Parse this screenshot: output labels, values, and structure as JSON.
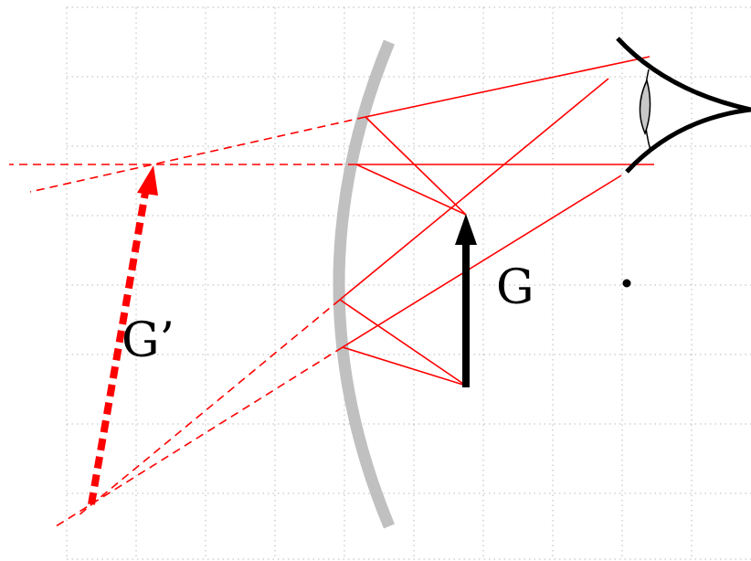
{
  "labels": {
    "object": "G",
    "image": "G’"
  },
  "colors": {
    "background": "#ffffff",
    "grid": "#b8b8b8",
    "mirror": "#c0c0c0",
    "ray": "#ff0000",
    "object_arrow": "#000000",
    "image_arrow": "#ff0000",
    "eye": "#000000",
    "eye_lens_fill": "#c8c8c8"
  },
  "elements": {
    "mirror": "concave-mirror",
    "object_arrow": "object-arrow",
    "image_arrow": "virtual-image-arrow",
    "eye": "eye-icon",
    "focal_point": "focal-point"
  }
}
